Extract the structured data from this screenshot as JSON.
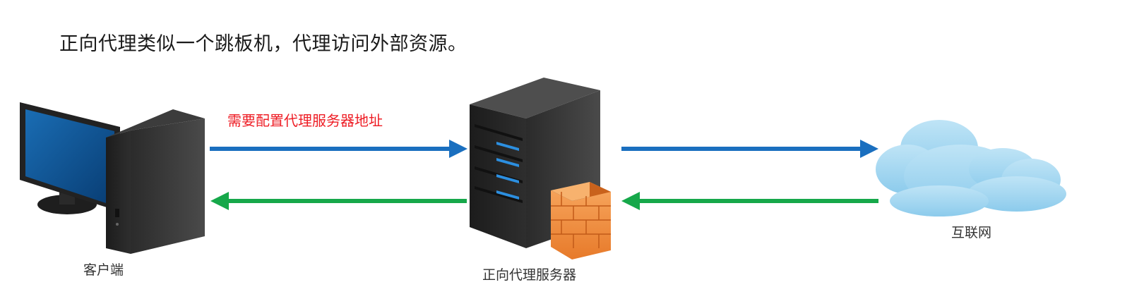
{
  "heading": "正向代理类似一个跳板机，代理访问外部资源。",
  "labels": {
    "client": "客户端",
    "proxy": "正向代理服务器",
    "internet": "互联网",
    "note": "需要配置代理服务器地址"
  },
  "icons": {
    "client": "desktop-computer-icon",
    "proxy": "server-tower-icon",
    "firewall": "firewall-icon",
    "internet": "cloud-icon"
  },
  "colors": {
    "request_arrow": "#1a6fbf",
    "response_arrow": "#16a84a",
    "note": "#ee1c24",
    "cloud": "#a8d8f0",
    "screen": "#0a5596",
    "firewall": "#f08a3c"
  }
}
